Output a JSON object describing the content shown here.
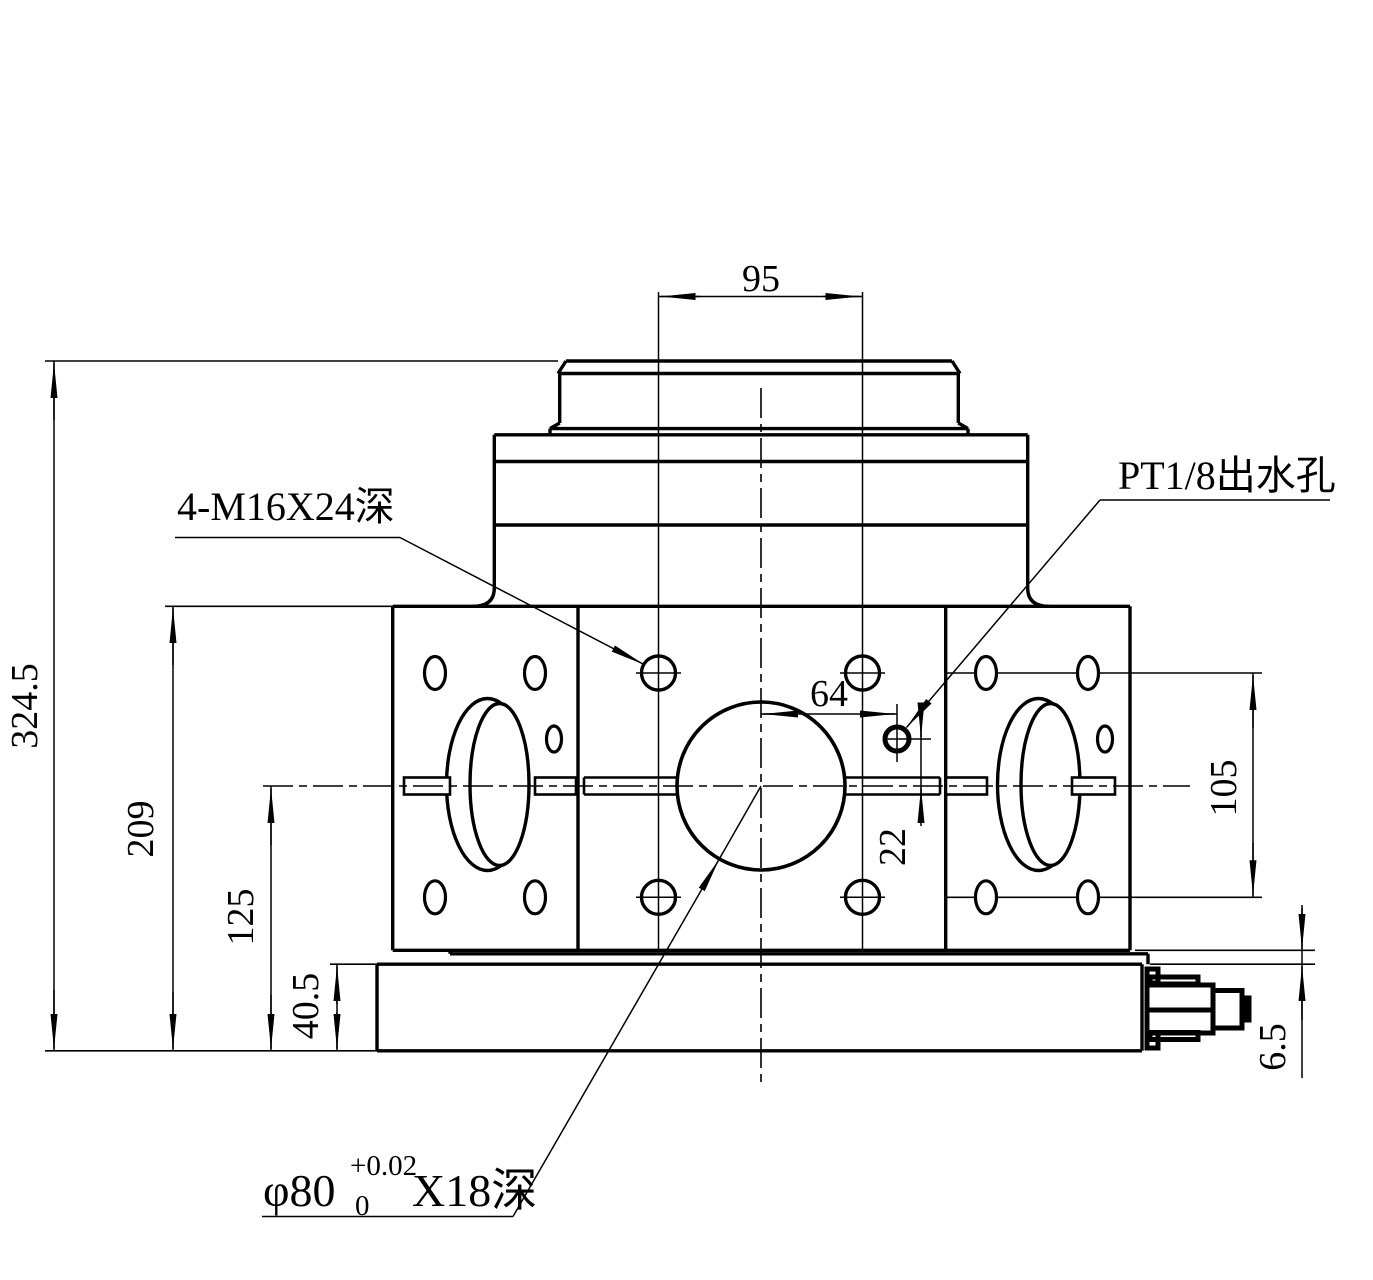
{
  "drawing": {
    "view_name": "front-view-technical-drawing",
    "dimensions": {
      "top_hole_spacing": "95",
      "overall_height": "324.5",
      "body_top_height": "209",
      "centerline_height": "125",
      "base_plate_height": "40.5",
      "outlet_offset_x": "64",
      "outlet_offset_y": "22",
      "side_hole_spacing": "105",
      "plate_step": "6.5"
    },
    "callouts": {
      "thread": "4-M16X24深",
      "water_outlet": "PT1/8出水孔",
      "bore": {
        "prefix": "φ80",
        "tol_upper": "+0.02",
        "tol_lower": "0",
        "suffix": "X18深"
      }
    },
    "colors": {
      "line": "#000000",
      "background": "#ffffff"
    }
  }
}
